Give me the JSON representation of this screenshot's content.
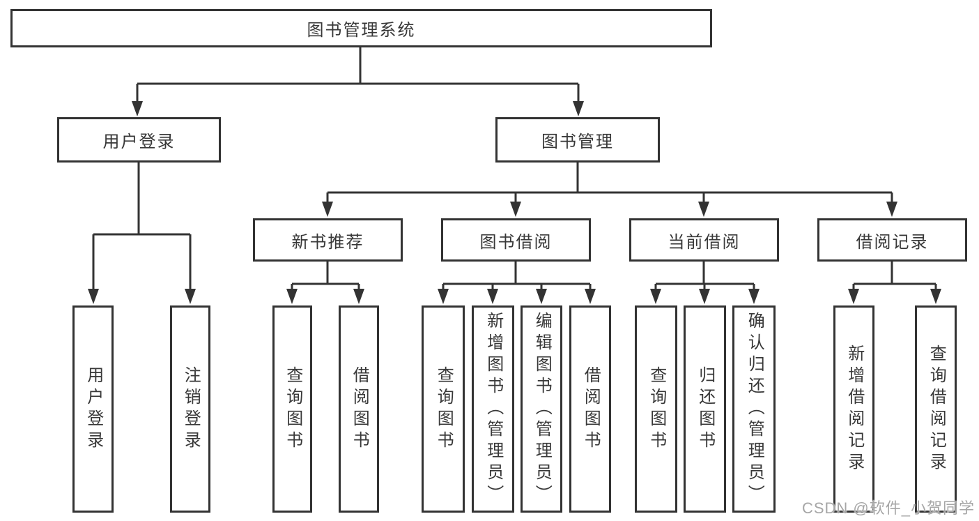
{
  "diagram_title": "图书管理系统",
  "colors": {
    "line": "#333333",
    "text": "#383838",
    "background": "#ffffff",
    "watermark": "#a6a6a6"
  },
  "watermark": "CSDN @软件_小贺同学",
  "nodes": {
    "root": {
      "label": "图书管理系统"
    },
    "level2": [
      {
        "label": "用户登录"
      },
      {
        "label": "图书管理"
      }
    ],
    "level3": [
      {
        "label": "新书推荐",
        "parent": "图书管理"
      },
      {
        "label": "图书借阅",
        "parent": "图书管理"
      },
      {
        "label": "当前借阅",
        "parent": "图书管理"
      },
      {
        "label": "借阅记录",
        "parent": "图书管理"
      }
    ],
    "level4": [
      {
        "label": "用户登录",
        "parent": "用户登录"
      },
      {
        "label": "注销登录",
        "parent": "用户登录"
      },
      {
        "label": "查询图书",
        "parent": "新书推荐"
      },
      {
        "label": "借阅图书",
        "parent": "新书推荐"
      },
      {
        "label": "查询图书",
        "parent": "图书借阅"
      },
      {
        "label": "新增图书（管理员）",
        "parent": "图书借阅"
      },
      {
        "label": "编辑图书（管理员）",
        "parent": "图书借阅"
      },
      {
        "label": "借阅图书",
        "parent": "图书借阅"
      },
      {
        "label": "查询图书",
        "parent": "当前借阅"
      },
      {
        "label": "归还图书",
        "parent": "当前借阅"
      },
      {
        "label": "确认归还（管理员）",
        "parent": "当前借阅"
      },
      {
        "label": "新增借阅记录",
        "parent": "借阅记录"
      },
      {
        "label": "查询借阅记录",
        "parent": "借阅记录"
      }
    ]
  }
}
